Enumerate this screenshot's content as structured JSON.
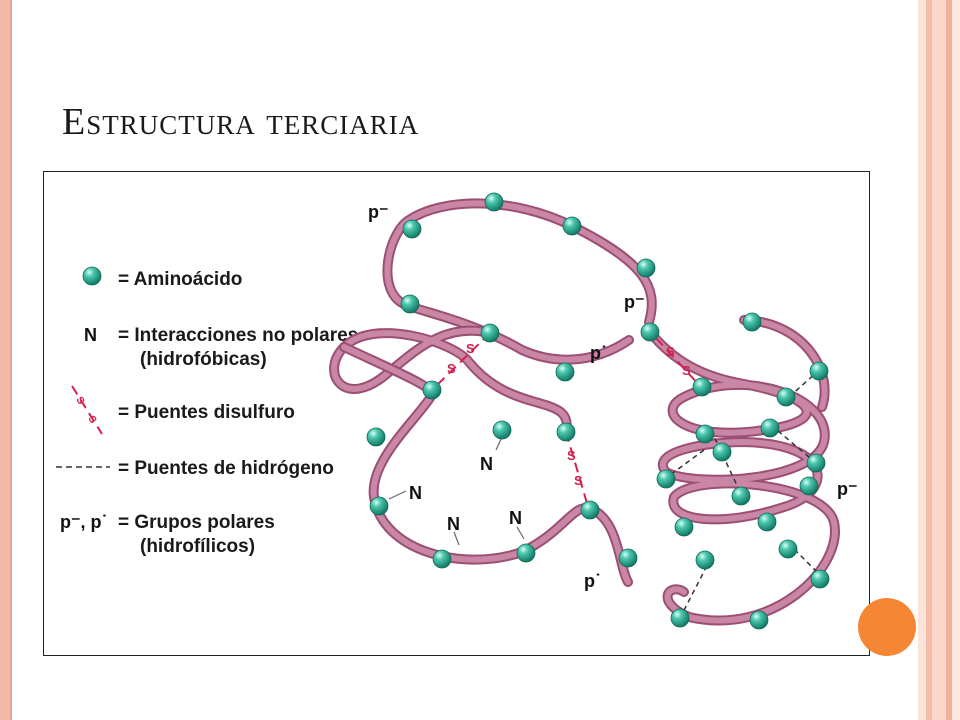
{
  "slide": {
    "title": "Estructura terciaria"
  },
  "legend": {
    "aminoacid": "= Aminoácido",
    "nonpolar_symbol": "N",
    "nonpolar_line1": "= Interacciones no polares",
    "nonpolar_line2": "(hidrofóbicas)",
    "disulfide": "= Puentes disulfuro",
    "hydrogen": "= Puentes de hidrógeno",
    "polar_symbol": "p⁻, p˙",
    "polar_line1": "= Grupos polares",
    "polar_line2": "(hidrofílicos)"
  },
  "labels": {
    "p_minus": "p⁻",
    "p_dot": "p˙",
    "n": "N",
    "s": "S"
  },
  "colors": {
    "backbone": "#c986a5",
    "backbone_edge": "#9b4f74",
    "aminoacid": "#23a58f",
    "disulfide": "#d42050",
    "accent_orange": "#f58634",
    "strip_pink": "#f2b9a8"
  }
}
